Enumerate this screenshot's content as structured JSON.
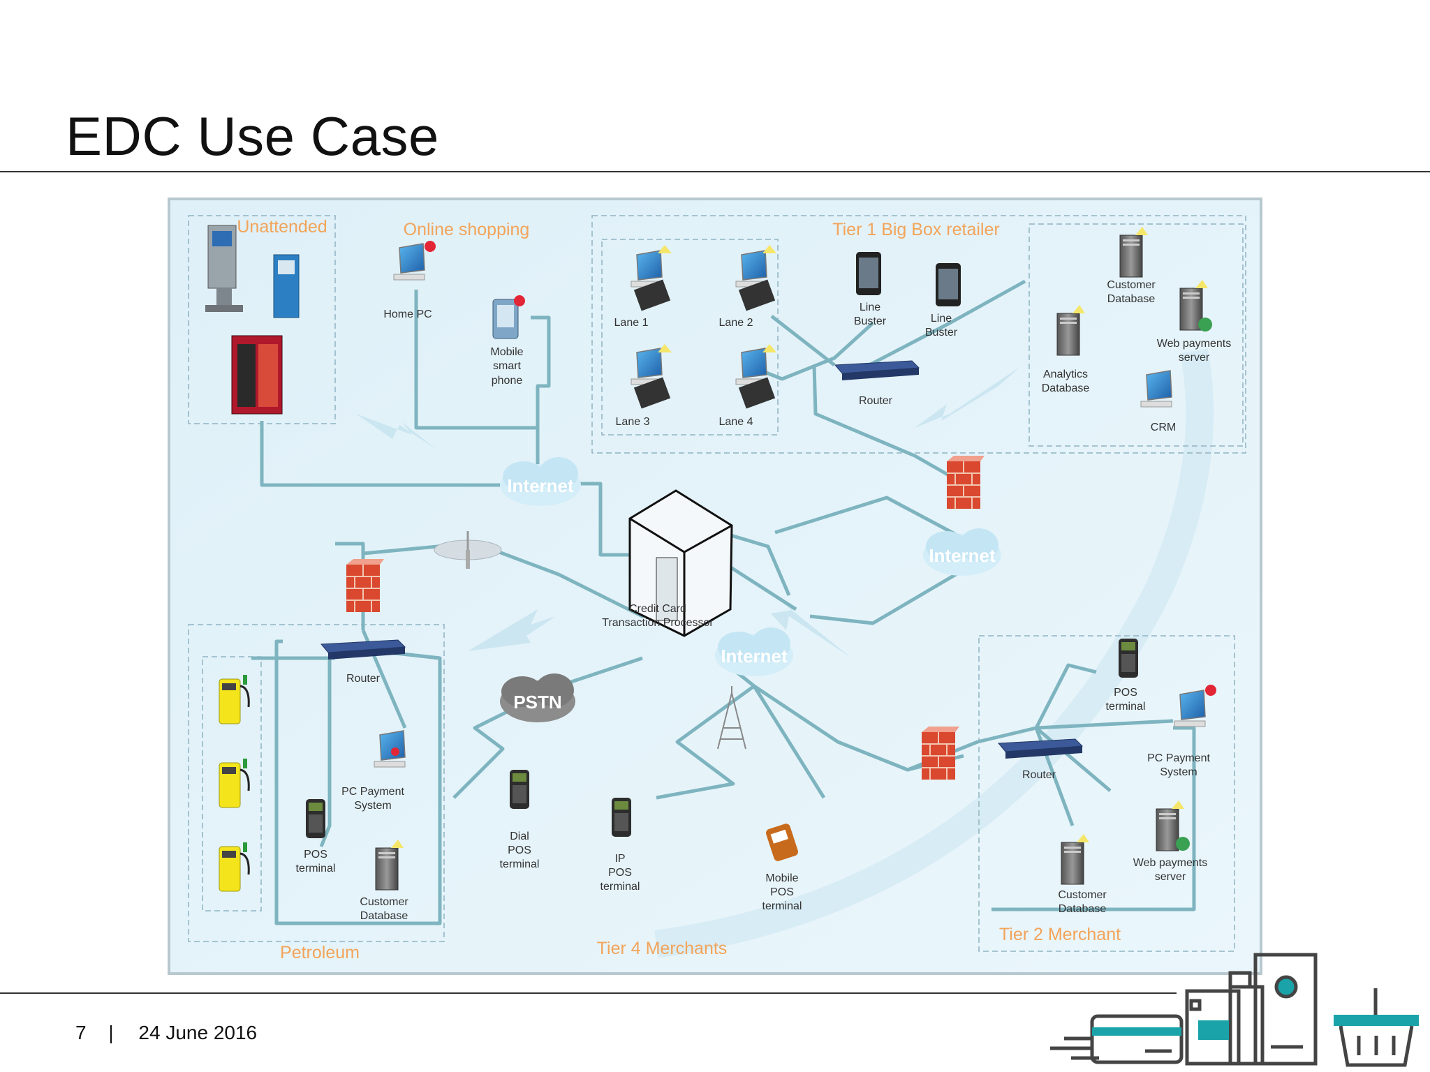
{
  "slide": {
    "title": "EDC Use Case",
    "page_number": "7",
    "separator": "|",
    "date": "24 June 2016"
  },
  "diagram": {
    "groups": {
      "unattended": "Unattended",
      "online_shopping": "Online shopping",
      "tier1": "Tier 1 Big Box retailer",
      "petroleum": "Petroleum",
      "tier4": "Tier 4 Merchants",
      "tier2": "Tier 2 Merchant"
    },
    "labels": {
      "home_pc": "Home PC",
      "mobile_l1": "Mobile",
      "mobile_l2": "smart",
      "mobile_l3": "phone",
      "lane1": "Lane 1",
      "lane2": "Lane 2",
      "lane3": "Lane 3",
      "lane4": "Lane 4",
      "line_buster1_l1": "Line",
      "line_buster1_l2": "Buster",
      "line_buster2_l1": "Line",
      "line_buster2_l2": "Buster",
      "router_t1": "Router",
      "cust_db_t1_l1": "Customer",
      "cust_db_t1_l2": "Database",
      "analytics_l1": "Analytics",
      "analytics_l2": "Database",
      "web_pay_t1_l1": "Web payments",
      "web_pay_t1_l2": "server",
      "crm": "CRM",
      "internet1": "Internet",
      "internet2": "Internet",
      "internet3": "Internet",
      "pstn": "PSTN",
      "processor_l1": "Credit Card",
      "processor_l2": "Transaction Processor",
      "router_petro": "Router",
      "pc_pay_petro_l1": "PC Payment",
      "pc_pay_petro_l2": "System",
      "pos_petro_l1": "POS",
      "pos_petro_l2": "terminal",
      "cust_db_petro_l1": "Customer",
      "cust_db_petro_l2": "Database",
      "dial_pos_l1": "Dial",
      "dial_pos_l2": "POS",
      "dial_pos_l3": "terminal",
      "ip_pos_l1": "IP",
      "ip_pos_l2": "POS",
      "ip_pos_l3": "terminal",
      "mobile_pos_l1": "Mobile",
      "mobile_pos_l2": "POS",
      "mobile_pos_l3": "terminal",
      "pos_t2_l1": "POS",
      "pos_t2_l2": "terminal",
      "router_t2": "Router",
      "pc_pay_t2_l1": "PC Payment",
      "pc_pay_t2_l2": "System",
      "web_pay_t2_l1": "Web payments",
      "web_pay_t2_l2": "server",
      "cust_db_t2_l1": "Customer",
      "cust_db_t2_l2": "Database"
    }
  },
  "colors": {
    "accent_teal": "#1aa3a8",
    "diagram_bg": "#e4f3fa",
    "link": "#7eb4bf",
    "group_label": "#f2a45a"
  },
  "icons": [
    "credit-card-icon",
    "cash-register-icon",
    "shopping-basket-icon"
  ]
}
